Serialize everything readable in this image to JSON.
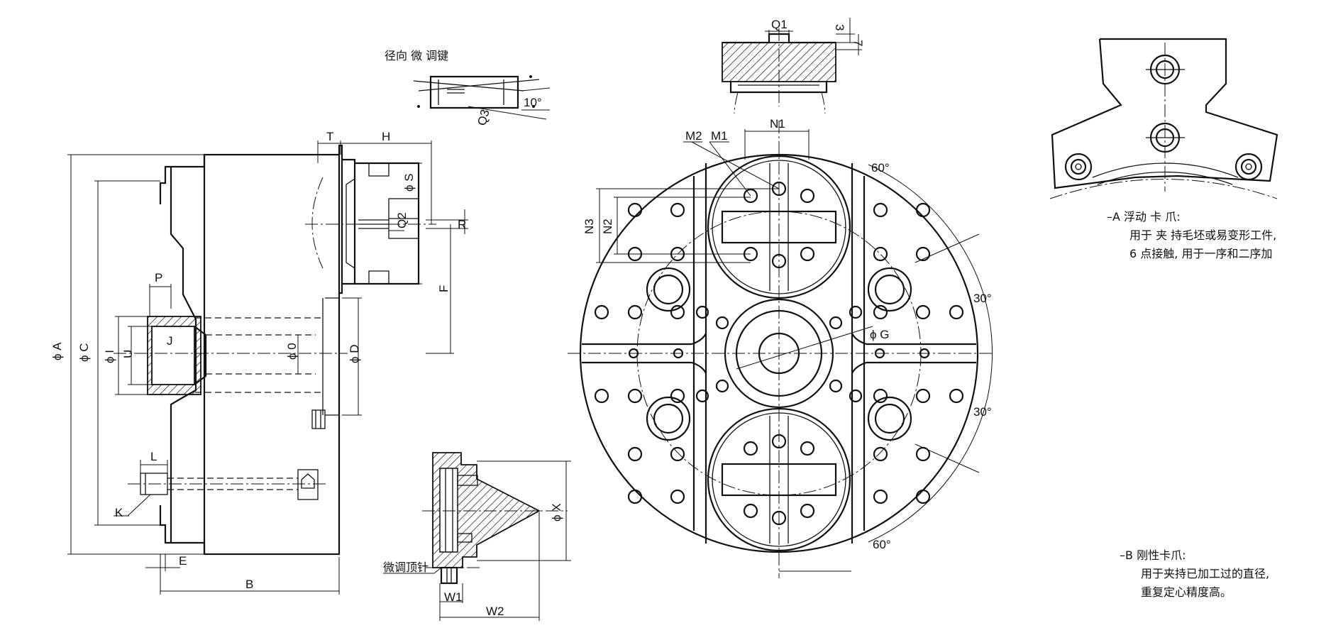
{
  "labels": {
    "A": "A",
    "B": "B",
    "C": "C",
    "D": "D",
    "E": "E",
    "F": "F",
    "H": "H",
    "I": "I",
    "J": "J",
    "K": "K",
    "L": "L",
    "O": "0",
    "P": "P",
    "Q1": "Q1",
    "Q2": "Q2",
    "Q3": "Q3",
    "R": "R",
    "S": "S",
    "T": "T",
    "U": "U",
    "X": "X",
    "G": "G",
    "W1": "W1",
    "W2": "W2",
    "M1": "M1",
    "M2": "M2",
    "N1": "N1",
    "N2": "N2",
    "N3": "N3",
    "dim3": "3",
    "dim7": "7",
    "angle10": "10°",
    "angle60_top": "60°",
    "angle60_bottom": "60°",
    "angle30_upper": "30°",
    "angle30_lower": "30°",
    "phi": "ϕ"
  },
  "captions": {
    "radial_key": "径向  微 调键",
    "adjust_pin": "微调顶针"
  },
  "notes": {
    "a_title": "–A 浮动 卡 爪:",
    "a_line1": "用于 夹 持毛坯或易变形工件,",
    "a_line2": "6 点接触, 用于一序和二序加",
    "b_title": "–B 刚性卡爪:",
    "b_line1": "用于夹持已加工过的直径,",
    "b_line2": "重复定心精度高。"
  }
}
